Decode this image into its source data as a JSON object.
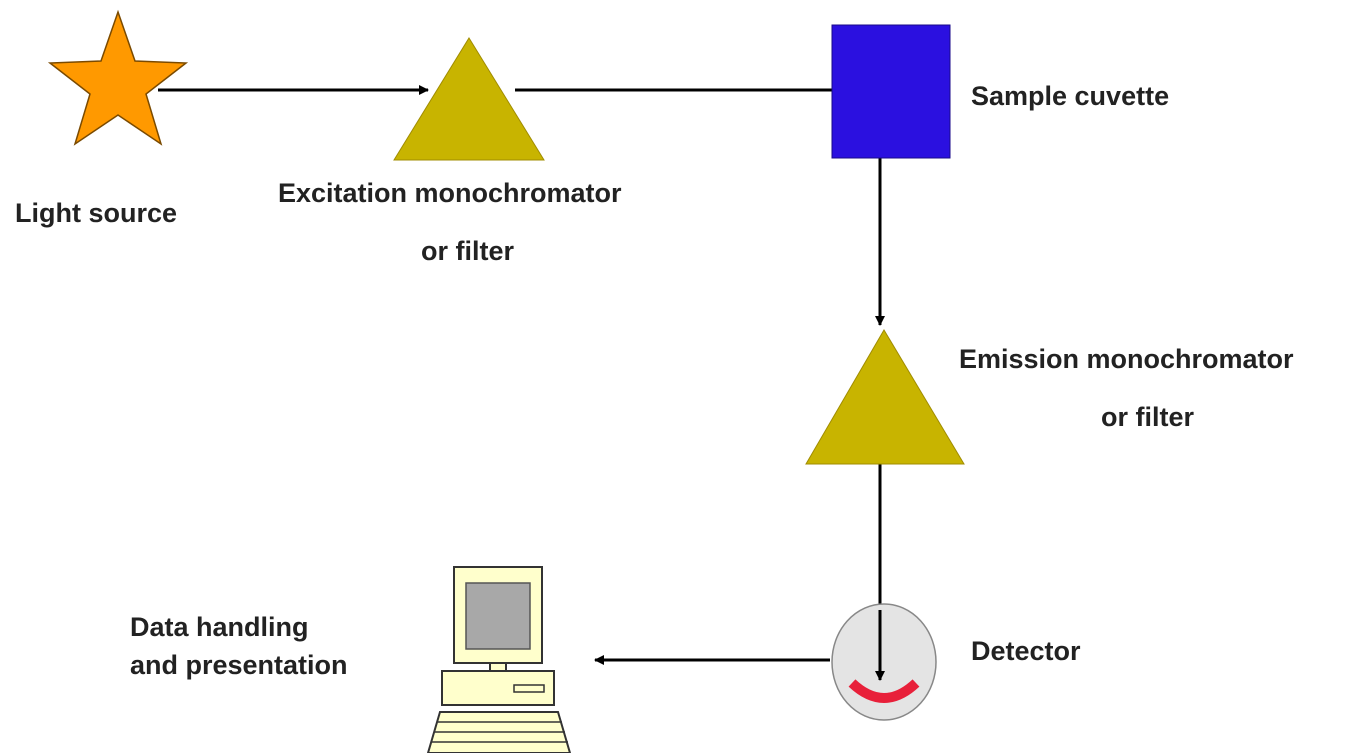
{
  "labels": {
    "light_source": "Light source",
    "excitation_line1": "Excitation monochromator",
    "excitation_line2": "or filter",
    "sample_cuvette": "Sample cuvette",
    "emission_line1": "Emission monochromator",
    "emission_line2": "or filter",
    "detector": "Detector",
    "data_line1": "Data handling",
    "data_line2": "and presentation"
  },
  "icons": {
    "light_source": "star-icon",
    "excitation": "prism-icon",
    "sample": "cuvette-icon",
    "emission": "prism-icon",
    "detector": "detector-icon",
    "computer": "computer-icon"
  },
  "colors": {
    "star": "#FF9900",
    "prism": "#C8B400",
    "cuvette": "#2B10E0",
    "detector_body": "#E4E4E4",
    "detector_arc": "#E8203A",
    "computer_body": "#FFFFCC",
    "computer_screen": "#A8A8A8",
    "arrow": "#000000",
    "text": "#222222"
  }
}
